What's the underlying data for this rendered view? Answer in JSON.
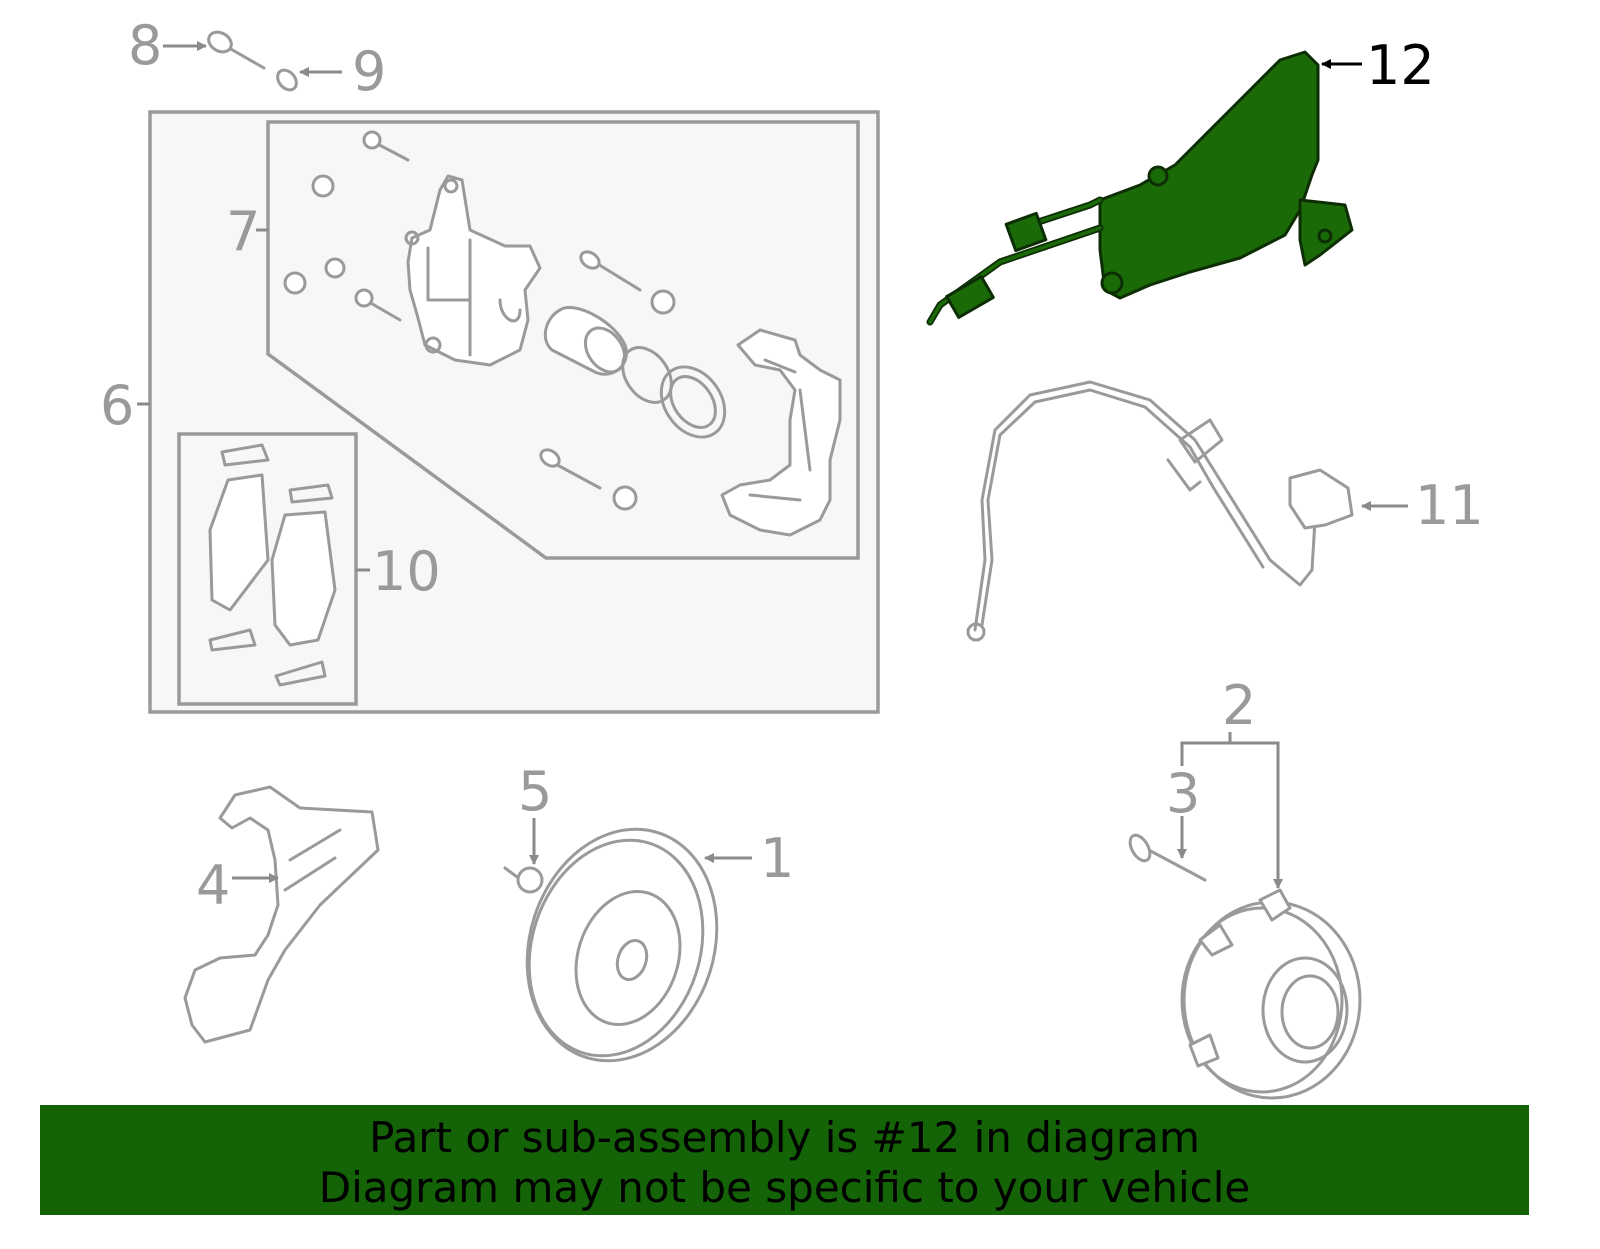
{
  "callouts": {
    "c1": "1",
    "c2": "2",
    "c3": "3",
    "c4": "4",
    "c5": "5",
    "c6": "6",
    "c7": "7",
    "c8": "8",
    "c9": "9",
    "c10": "10",
    "c11": "11",
    "c12": "12"
  },
  "highlighted_part": "12",
  "colors": {
    "highlight": "#1a6a08",
    "banner": "#146307",
    "part_outline": "#9a9a9a"
  },
  "banner": {
    "line1": "Part or sub-assembly is #12 in diagram",
    "line2": "Diagram may not be specific to your vehicle"
  }
}
